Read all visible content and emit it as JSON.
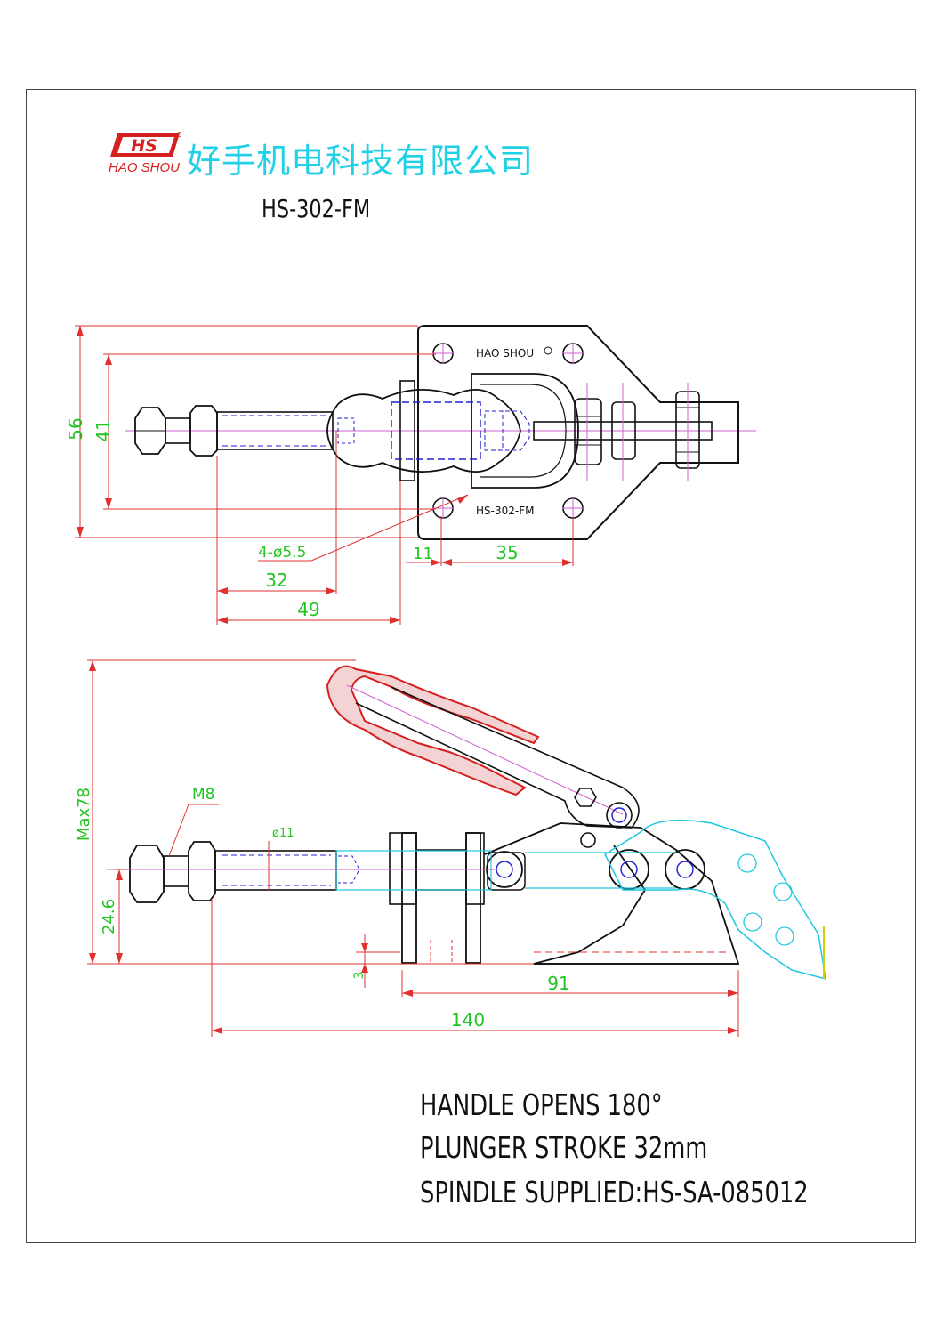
{
  "header": {
    "logo_text": "HS",
    "brand_en": "HAO SHOU",
    "brand_cn": "好手机电科技有限公司",
    "model": "HS-302-FM"
  },
  "top_view": {
    "plate_top_label": "HAO SHOU",
    "plate_bottom_label": "HS-302-FM",
    "dims": {
      "height_outer": "56",
      "height_inner": "41",
      "holes": "4-ø5.5",
      "d11": "11",
      "d35": "35",
      "d32": "32",
      "d49": "49"
    }
  },
  "side_view": {
    "dims": {
      "max_height": "Max78",
      "thread": "M8",
      "dia": "ø11",
      "h24": "24.6",
      "h3": "3",
      "d91": "91",
      "d140": "140"
    }
  },
  "notes": [
    "HANDLE OPENS 180°",
    "PLUNGER STROKE 32mm",
    "SPINDLE SUPPLIED:HS-SA-085012"
  ],
  "colors": {
    "dimension": "#22c422",
    "dim_line": "#e03030",
    "hidden": "#2020d0",
    "cyan": "#20c8e0",
    "magenta": "#d060d0"
  }
}
